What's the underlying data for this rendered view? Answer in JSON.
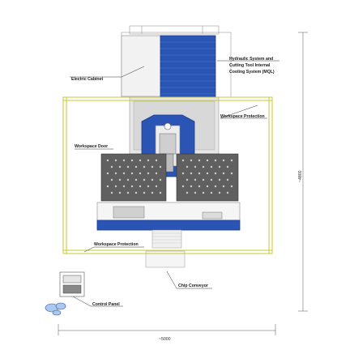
{
  "labels": {
    "hydraulic_line1": "Hydraulic System and",
    "hydraulic_line2": "Cutting Tool Internal",
    "hydraulic_line3": "Cooling System (MQL)",
    "electric_cabinet": "Electric Cabinet",
    "workspace_protection_right": "Workspace Protection",
    "workspace_door": "Workspace Door",
    "workspace_protection_bottom": "Workspace Protection",
    "chip_conveyor": "Chip Conveyor",
    "control_panel": "Control Panel"
  },
  "dimensions": {
    "height": "~4800",
    "width": "~5000"
  },
  "colors": {
    "machine_blue": "#2a55b5",
    "protection_yellow": "#c8c832",
    "table_gray": "#606060",
    "leader_line": "#333333"
  }
}
